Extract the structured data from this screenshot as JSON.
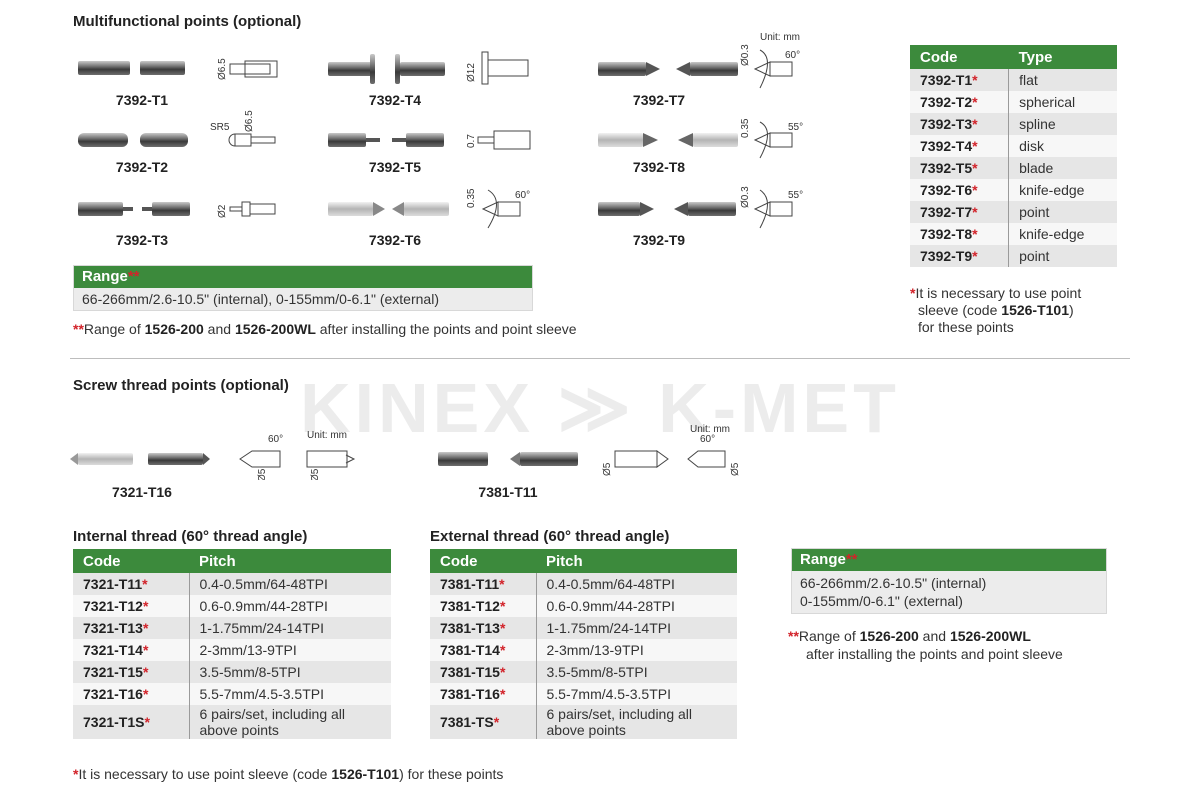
{
  "watermark": "KINEX  ≫  K-MET",
  "multifunctional": {
    "heading": "Multifunctional points (optional)",
    "parts": [
      "7392-T1",
      "7392-T2",
      "7392-T3",
      "7392-T4",
      "7392-T5",
      "7392-T6",
      "7392-T7",
      "7392-T8",
      "7392-T9"
    ],
    "dims": {
      "t1": "Ø6.5",
      "t2a": "SR5",
      "t2b": "Ø6.5",
      "t3": "Ø2",
      "t4": "Ø12",
      "t5": "0.7",
      "t6a": "0.35",
      "t6b": "60°",
      "t7a": "Ø0.3",
      "t7b": "60°",
      "t8a": "0.35",
      "t8b": "55°",
      "t9a": "Ø0.3",
      "t9b": "55°",
      "unit": "Unit: mm"
    },
    "range": {
      "title": "Range",
      "stars": "**",
      "text": "66-266mm/2.6-10.5\" (internal), 0-155mm/0-6.1\" (external)"
    },
    "note": {
      "stars": "**",
      "pre": "Range of ",
      "b1": "1526-200",
      "mid": " and ",
      "b2": "1526-200WL",
      "post": " after installing the points and point sleeve"
    }
  },
  "type_table": {
    "headers": [
      "Code",
      "Type"
    ],
    "rows": [
      {
        "code": "7392-T1",
        "type": "flat"
      },
      {
        "code": "7392-T2",
        "type": "spherical"
      },
      {
        "code": "7392-T3",
        "type": "spline"
      },
      {
        "code": "7392-T4",
        "type": "disk"
      },
      {
        "code": "7392-T5",
        "type": "blade"
      },
      {
        "code": "7392-T6",
        "type": "knife-edge"
      },
      {
        "code": "7392-T7",
        "type": "point"
      },
      {
        "code": "7392-T8",
        "type": "knife-edge"
      },
      {
        "code": "7392-T9",
        "type": "point"
      }
    ],
    "star": "*",
    "note": {
      "star": "*",
      "l1": "It is necessary to use point",
      "l2pre": "sleeve (code ",
      "l2b": "1526-T101",
      "l2post": ")",
      "l3": "for these points"
    }
  },
  "screw": {
    "heading": "Screw thread points (optional)",
    "parts": [
      "7321-T16",
      "7381-T11"
    ],
    "dims": {
      "a60": "60°",
      "d5": "Ø5",
      "unit": "Unit: mm",
      "b60": "60°"
    }
  },
  "internal_table": {
    "heading": "Internal thread (60° thread angle)",
    "headers": [
      "Code",
      "Pitch"
    ],
    "rows": [
      {
        "code": "7321-T11",
        "pitch": "0.4-0.5mm/64-48TPI"
      },
      {
        "code": "7321-T12",
        "pitch": "0.6-0.9mm/44-28TPI"
      },
      {
        "code": "7321-T13",
        "pitch": "1-1.75mm/24-14TPI"
      },
      {
        "code": "7321-T14",
        "pitch": "2-3mm/13-9TPI"
      },
      {
        "code": "7321-T15",
        "pitch": "3.5-5mm/8-5TPI"
      },
      {
        "code": "7321-T16",
        "pitch": "5.5-7mm/4.5-3.5TPI"
      },
      {
        "code": "7321-T1S",
        "pitch": "6 pairs/set, including all above points"
      }
    ]
  },
  "external_table": {
    "heading": "External thread (60° thread angle)",
    "headers": [
      "Code",
      "Pitch"
    ],
    "rows": [
      {
        "code": "7381-T11",
        "pitch": "0.4-0.5mm/64-48TPI"
      },
      {
        "code": "7381-T12",
        "pitch": "0.6-0.9mm/44-28TPI"
      },
      {
        "code": "7381-T13",
        "pitch": "1-1.75mm/24-14TPI"
      },
      {
        "code": "7381-T14",
        "pitch": "2-3mm/13-9TPI"
      },
      {
        "code": "7381-T15",
        "pitch": "3.5-5mm/8-5TPI"
      },
      {
        "code": "7381-T16",
        "pitch": "5.5-7mm/4.5-3.5TPI"
      },
      {
        "code": "7381-TS",
        "pitch": "6 pairs/set, including all above points"
      }
    ]
  },
  "thread_range": {
    "title": "Range",
    "stars": "**",
    "line1": "66-266mm/2.6-10.5\" (internal)",
    "line2": "0-155mm/0-6.1\" (external)",
    "note": {
      "stars": "**",
      "pre": "Range of ",
      "b1": "1526-200",
      "mid": " and ",
      "b2": "1526-200WL",
      "l2": "after installing the points and point sleeve"
    }
  },
  "bottom_note": {
    "star": "*",
    "pre": "It is necessary to use point sleeve (code ",
    "b": "1526-T101",
    "post": ") for these points"
  },
  "colors": {
    "header_green": "#3c8a3c",
    "star_red": "#d2232a"
  }
}
